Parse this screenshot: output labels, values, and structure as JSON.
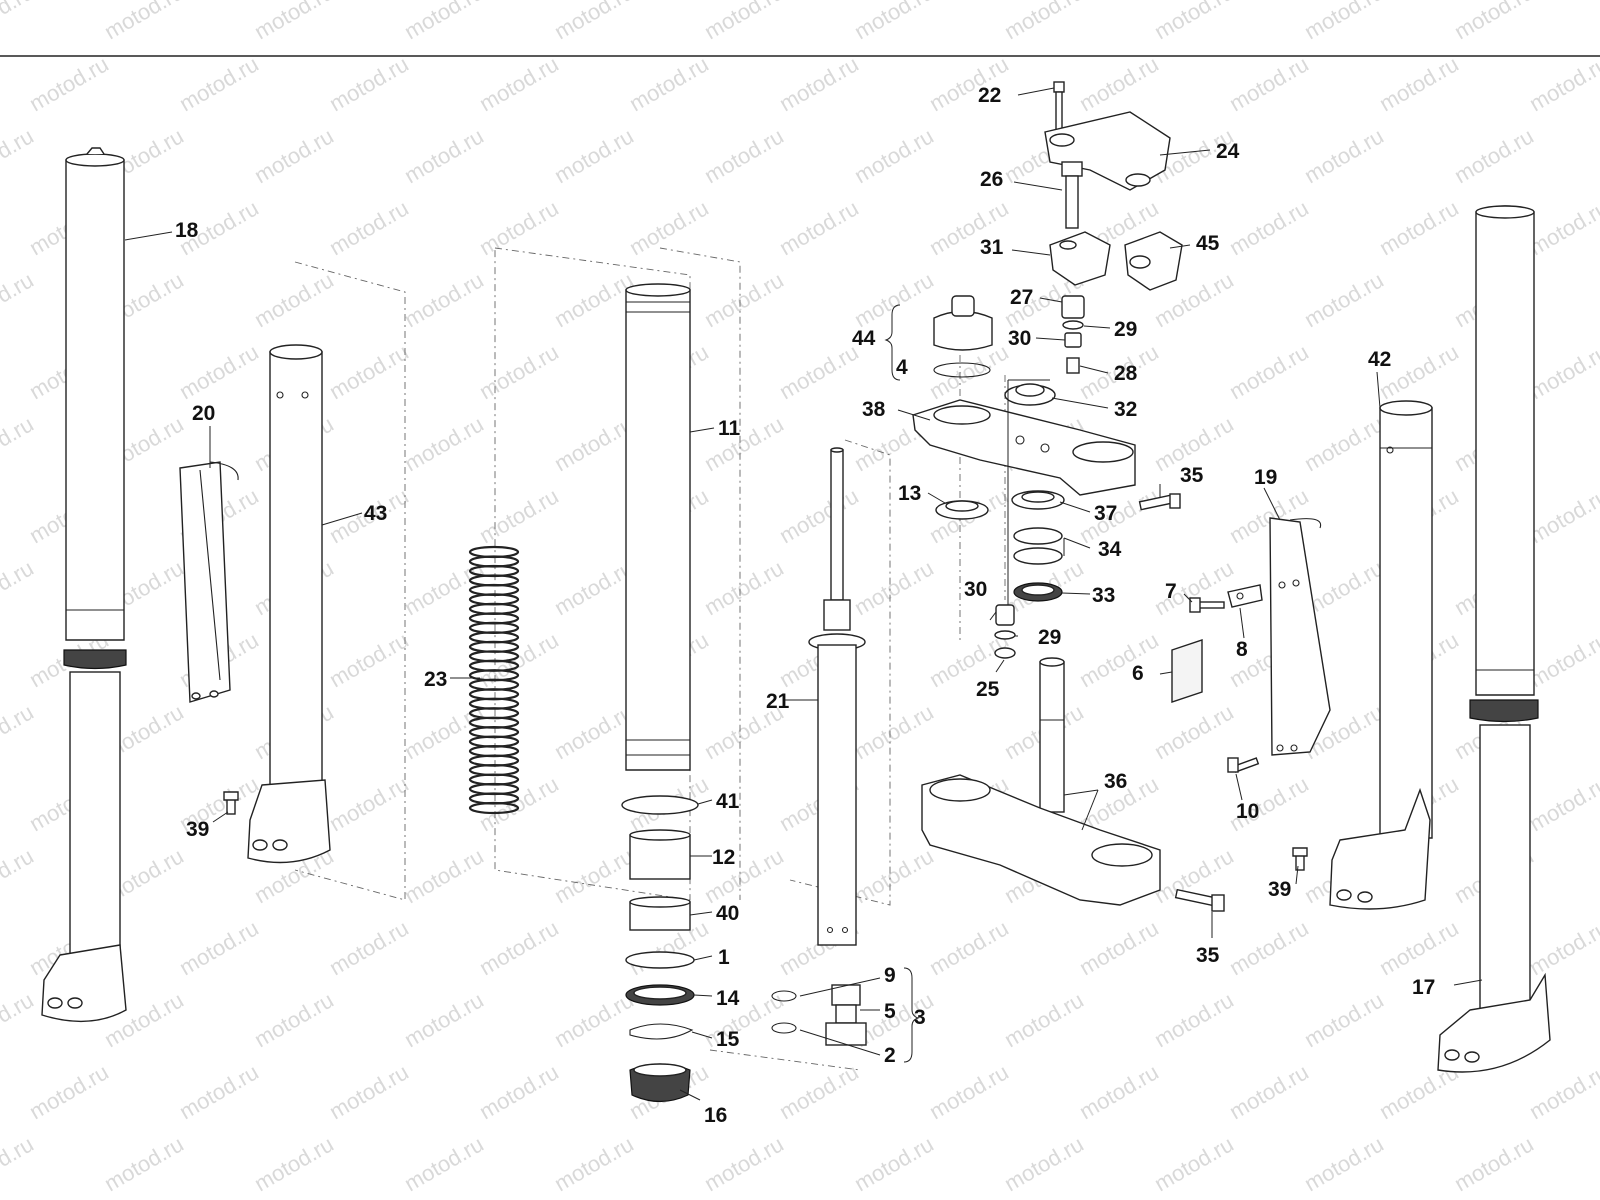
{
  "watermark": "motod.ru",
  "labels": {
    "p1": "1",
    "p2": "2",
    "p3": "3",
    "p4": "4",
    "p5": "5",
    "p6": "6",
    "p7": "7",
    "p8": "8",
    "p9": "9",
    "p10": "10",
    "p11": "11",
    "p12": "12",
    "p13": "13",
    "p14": "14",
    "p15": "15",
    "p16": "16",
    "p17": "17",
    "p18": "18",
    "p19": "19",
    "p20": "20",
    "p21": "21",
    "p22": "22",
    "p23": "23",
    "p24": "24",
    "p25": "25",
    "p26": "26",
    "p27": "27",
    "p28": "28",
    "p29a": "29",
    "p29b": "29",
    "p30a": "30",
    "p30b": "30",
    "p31": "31",
    "p32": "32",
    "p33": "33",
    "p34": "34",
    "p35a": "35",
    "p35b": "35",
    "p36": "36",
    "p37": "37",
    "p38": "38",
    "p39a": "39",
    "p39b": "39",
    "p40": "40",
    "p41": "41",
    "p42": "42",
    "p43": "43",
    "p44": "44",
    "p45": "45"
  }
}
